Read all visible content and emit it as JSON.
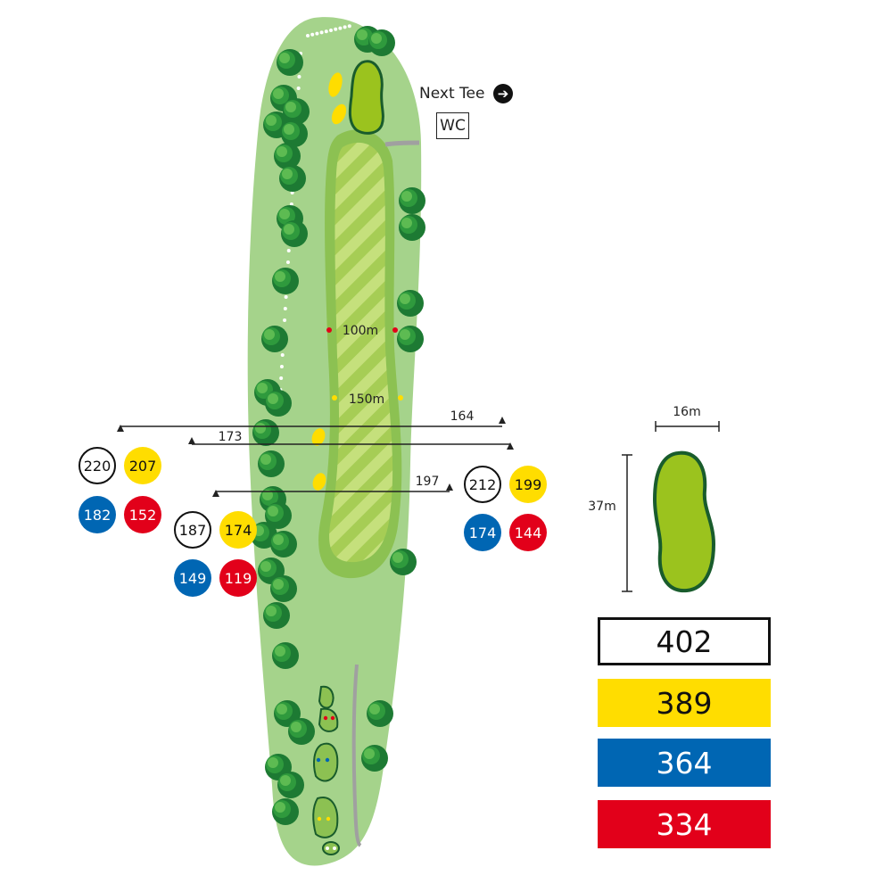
{
  "hole": {
    "markers": {
      "m100": "100m",
      "m150": "150m"
    },
    "next_tee": "Next Tee",
    "next_tee_icon": "arrow-right-circle-icon",
    "wc": "WC"
  },
  "distance_lines": [
    {
      "label": "164"
    },
    {
      "label": "173"
    },
    {
      "label": "197"
    }
  ],
  "distance_groups": [
    {
      "white": "220",
      "yellow": "207",
      "blue": "182",
      "red": "152"
    },
    {
      "white": "187",
      "yellow": "174",
      "blue": "149",
      "red": "119"
    },
    {
      "white": "212",
      "yellow": "199",
      "blue": "174",
      "red": "144"
    }
  ],
  "green_inset": {
    "width": "16m",
    "depth": "37m"
  },
  "total_lengths": {
    "white": "402",
    "yellow": "389",
    "blue": "364",
    "red": "334"
  },
  "colors": {
    "rough": "#a5d38b",
    "fairway_light": "#c5e07c",
    "fairway_stripe": "#9dc84a",
    "green": "#9bc31e",
    "green_edge": "#195c2c",
    "tree_dark": "#1d7a33",
    "tree_light": "#4cae4a",
    "bunker": "#ffdd00",
    "tee_white": "#ffffff",
    "tee_yellow": "#ffdd00",
    "tee_blue": "#0066b3",
    "tee_red": "#e2001a"
  }
}
